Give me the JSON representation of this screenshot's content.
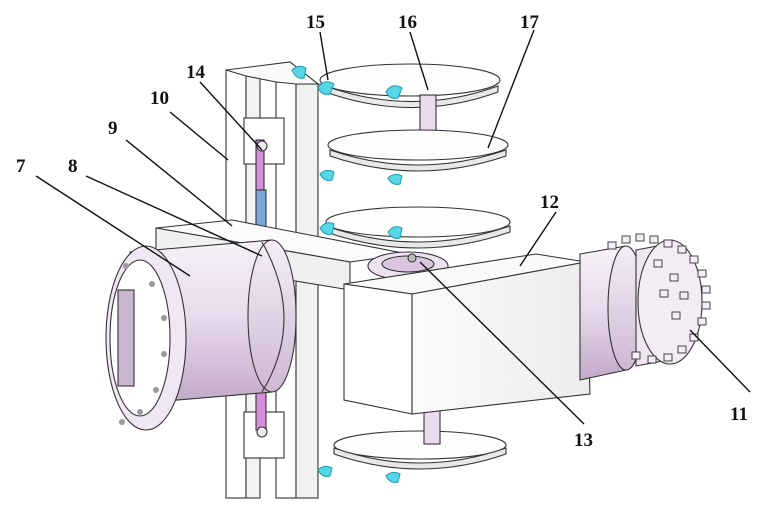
{
  "labels": [
    {
      "id": "7",
      "text": "7"
    },
    {
      "id": "8",
      "text": "8"
    },
    {
      "id": "9",
      "text": "9"
    },
    {
      "id": "10",
      "text": "10"
    },
    {
      "id": "11",
      "text": "11"
    },
    {
      "id": "12",
      "text": "12"
    },
    {
      "id": "13",
      "text": "13"
    },
    {
      "id": "14",
      "text": "14"
    },
    {
      "id": "15",
      "text": "15"
    },
    {
      "id": "16",
      "text": "16"
    },
    {
      "id": "17",
      "text": "17"
    }
  ],
  "colors": {
    "body_light": "#f7f4fa",
    "body_mid": "#e6dcea",
    "body_shade": "#c9b6cf",
    "frame": "#ffffff",
    "blade": "#fafafa",
    "cyan_tip": "#56d6e6",
    "cyan_dark": "#1f9bb0",
    "rod_blue": "#7aa6d8",
    "rod_pink": "#d68fd8",
    "line": "#222222"
  }
}
